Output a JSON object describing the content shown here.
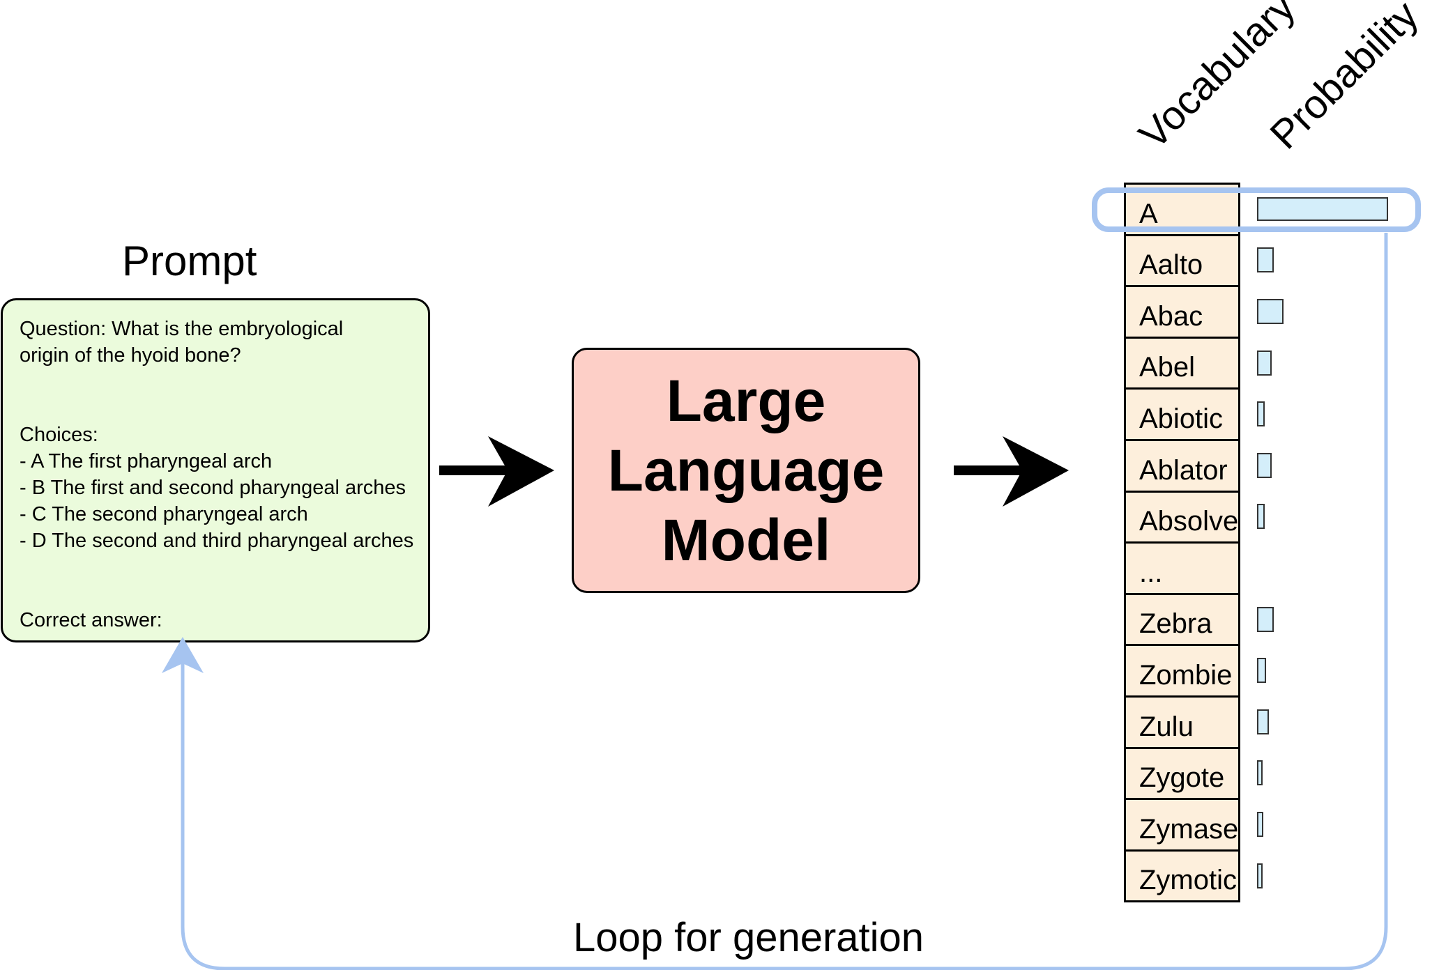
{
  "prompt": {
    "title": "Prompt",
    "lines": [
      "Question: What is the embryological",
      "origin of the hyoid bone?",
      "",
      "",
      "Choices:",
      "- A The first pharyngeal arch",
      "- B The first and second pharyngeal arches",
      "- C The second pharyngeal arch",
      "- D The second and third pharyngeal arches",
      "",
      "",
      "Correct answer:"
    ]
  },
  "model": {
    "label_lines": [
      "Large",
      "Language",
      "Model"
    ]
  },
  "vocabulary": {
    "column_header": "Vocabulary",
    "probability_header": "Probability",
    "tokens": [
      {
        "token": "A",
        "probability": 1.0
      },
      {
        "token": "Aalto",
        "probability": 0.13
      },
      {
        "token": "Abac",
        "probability": 0.2
      },
      {
        "token": "Abel",
        "probability": 0.11
      },
      {
        "token": "Abiotic",
        "probability": 0.06
      },
      {
        "token": "Ablator",
        "probability": 0.11
      },
      {
        "token": "Absolve",
        "probability": 0.06
      },
      {
        "token": "...",
        "probability": null
      },
      {
        "token": "Zebra",
        "probability": 0.13
      },
      {
        "token": "Zombie",
        "probability": 0.07
      },
      {
        "token": "Zulu",
        "probability": 0.09
      },
      {
        "token": "Zygote",
        "probability": 0.04
      },
      {
        "token": "Zymase",
        "probability": 0.05
      },
      {
        "token": "Zymotic",
        "probability": 0.03
      }
    ]
  },
  "loop": {
    "label": "Loop for generation"
  },
  "colors": {
    "prompt_fill": "#ebfbdc",
    "model_fill": "#fdcfc7",
    "vocab_fill": "#fdefdc",
    "bar_fill": "#d4eefa",
    "loop_stroke": "#a6c4f0"
  }
}
